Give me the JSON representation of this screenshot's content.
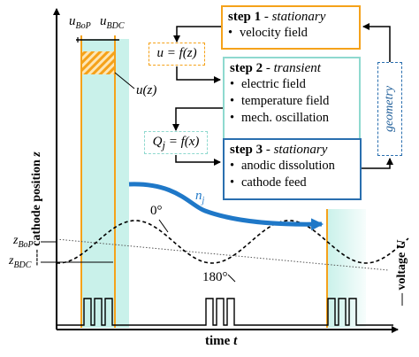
{
  "steps": [
    {
      "number": "step 1",
      "mode": "stationary",
      "items": [
        "velocity field"
      ]
    },
    {
      "number": "step 2",
      "mode": "transient",
      "items": [
        "electric field",
        "temperature field",
        "mech. oscillation"
      ]
    },
    {
      "number": "step 3",
      "mode": "stationary",
      "items": [
        "anodic dissolution",
        "cathode feed"
      ]
    }
  ],
  "equations": {
    "u": {
      "lhs": "u",
      "rhs": "f(z)"
    },
    "q": {
      "lhs": "Q",
      "sub": "j",
      "rhs": "f(x)"
    }
  },
  "geometry_label": "geometry",
  "labels": {
    "u_bop": {
      "main": "u",
      "sub": "BoP"
    },
    "u_bdc": {
      "main": "u",
      "sub": "BDC"
    },
    "u_of_z": "u(z)",
    "n_j": {
      "main": "n",
      "sub": "j"
    },
    "z_bop": {
      "main": "z",
      "sub": "BoP"
    },
    "z_bdc": {
      "main": "z",
      "sub": "BDC"
    },
    "deg0": "0°",
    "deg180": "180°"
  },
  "axes": {
    "y_left_prefix": "----",
    "y_left": "cathode position",
    "y_left_var": "z",
    "x_main": "time",
    "x_var": "t",
    "y_right_prefix": "—",
    "y_right": "voltage",
    "y_right_var": "U"
  },
  "colors": {
    "orange": "#f5a21a",
    "teal": "#8fd9cf",
    "teal_fill": "#c9f1ea",
    "blue": "#1f78c8",
    "dark_blue": "#2a6faf"
  }
}
